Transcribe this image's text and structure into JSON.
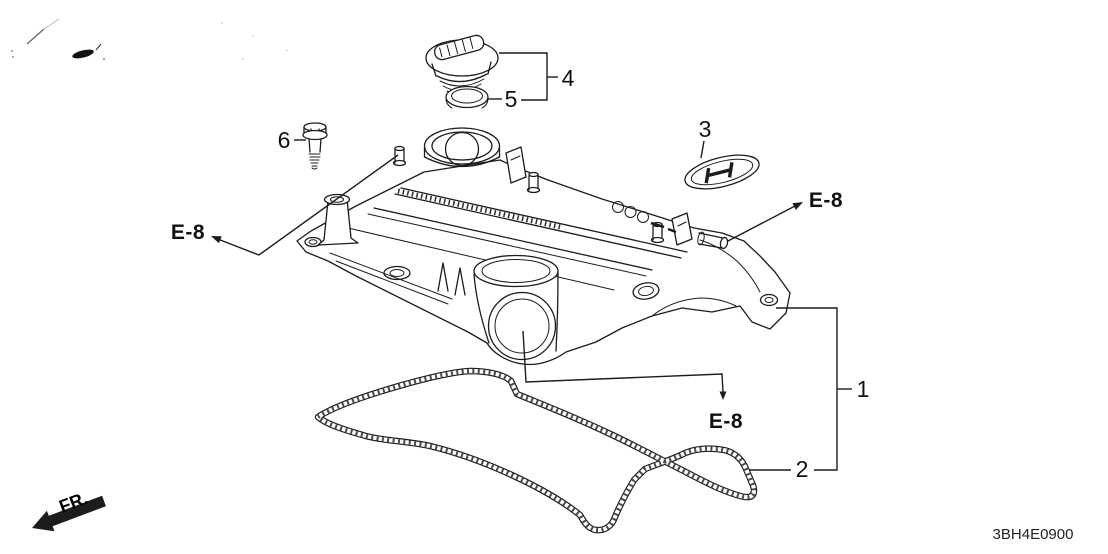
{
  "diagram": {
    "code": "3BH4E0900",
    "front_label": "FR.",
    "callouts": {
      "part1": "1",
      "part2": "2",
      "part3": "3",
      "part4": "4",
      "part5": "5",
      "part6": "6"
    },
    "references": {
      "left": "E-8",
      "right": "E-8",
      "bottom": "E-8"
    },
    "colors": {
      "line": "#1c1c1c",
      "background": "#ffffff"
    }
  }
}
